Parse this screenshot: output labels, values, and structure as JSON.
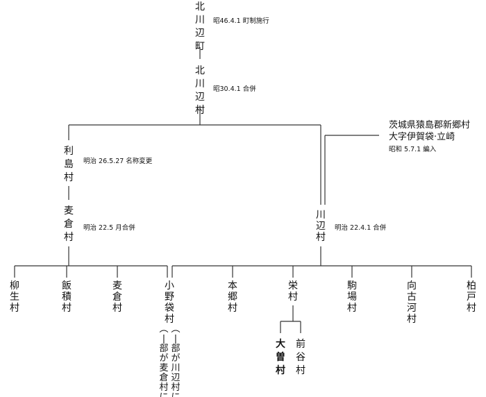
{
  "nodes": {
    "kitakawabe_machi": "北川辺町",
    "kitakawabe_mura": "北川辺村",
    "toshima": "利島村",
    "mugikura_old": "麦倉村",
    "kawabe": "川辺村",
    "ibaraki_source": [
      "茨城県猿島郡新郷村",
      "大字伊賀袋·立崎"
    ],
    "yagyu": "柳生村",
    "iizumi": "飯積村",
    "mugikura": "麦倉村",
    "onoota": "小野袋村",
    "onoota_note1": "(一部が川辺村に)",
    "onoota_note2": "(一部が麦倉村に)",
    "hongo": "本郷村",
    "sakae": "栄村",
    "komaba": "駒場村",
    "mukoukoga": "向古河村",
    "kashiwado": "柏戸村",
    "oso": "大曽村",
    "maeya": "前谷村"
  },
  "events": {
    "town_enforcement": "昭46.4.1 町制施行",
    "merger_s30": "昭30.4.1 合併",
    "rename_m26": "明治 26.5.27 名称変更",
    "merger_m22_may": "明治 22.5 月合併",
    "merger_m22_apr": "明治 22.4.1 合併",
    "transfer_s5": "昭和 5.7.1 編入"
  }
}
